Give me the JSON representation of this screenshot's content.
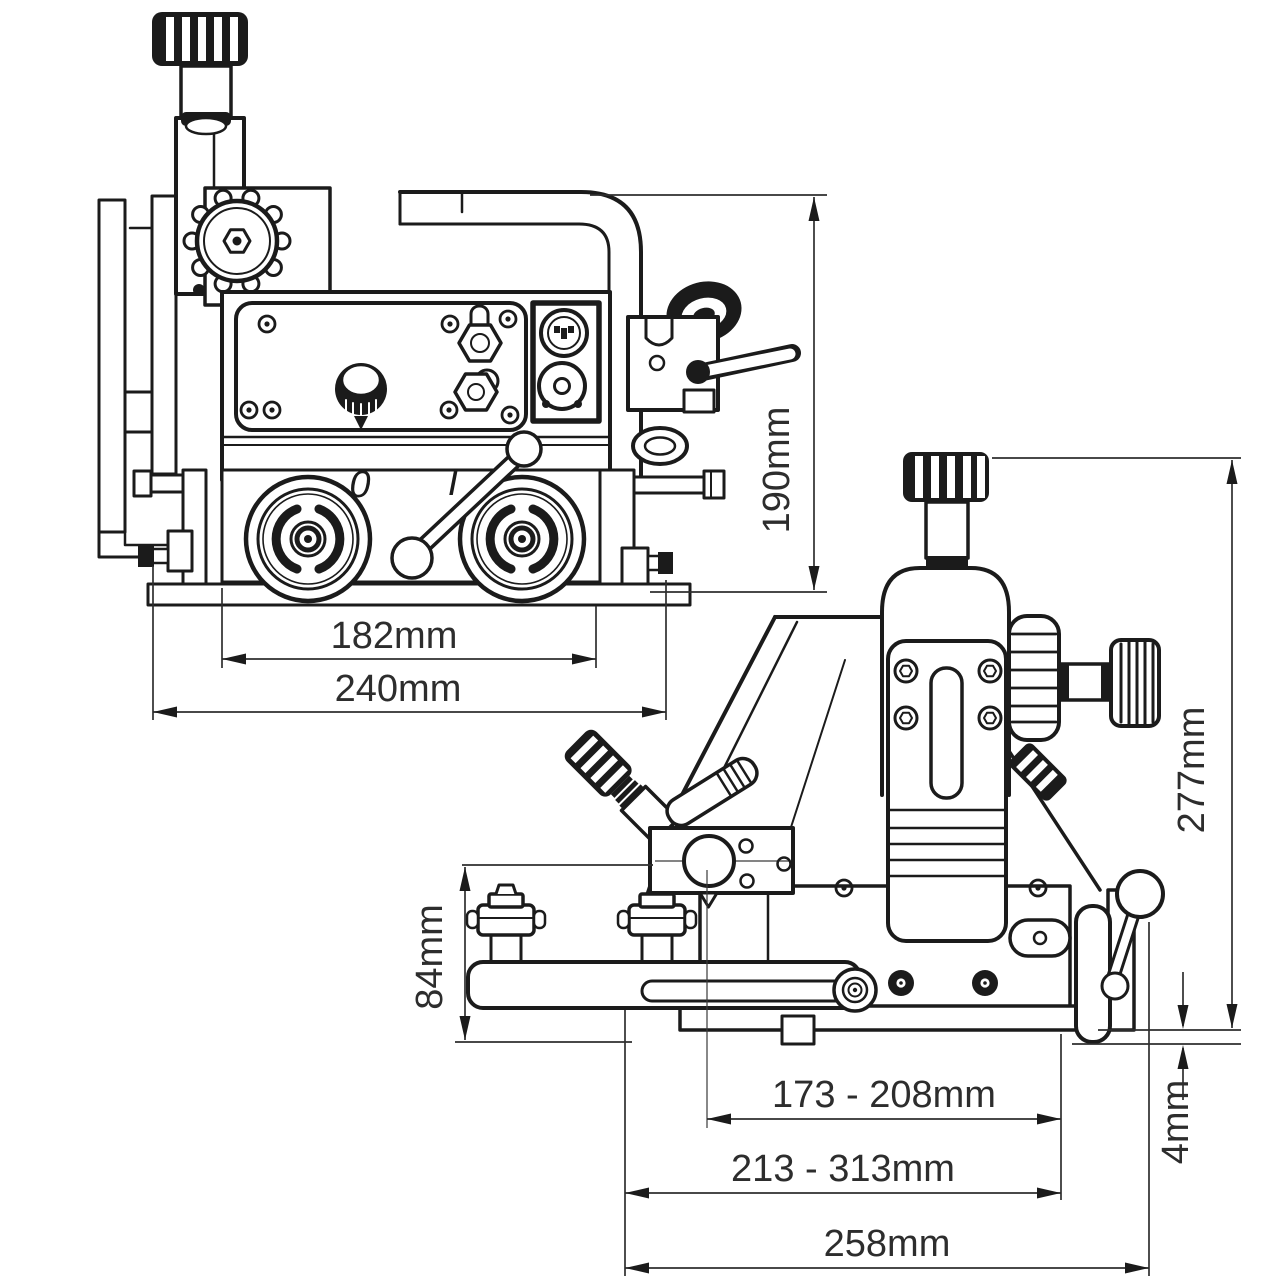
{
  "colors": {
    "background": "#ffffff",
    "ink": "#1b1b1b",
    "dimension": "#2e2e2e"
  },
  "front_view": {
    "switch_marks": {
      "off": "0",
      "on": "I"
    },
    "dimensions": {
      "wheelbase": "182mm",
      "overall_width": "240mm",
      "overall_height": "190mm"
    }
  },
  "side_view": {
    "dimensions": {
      "torch_center_height": "84mm",
      "overall_height": "277mm",
      "torch_reach_range": "173 - 208mm",
      "arm_adjust_range": "213 - 313mm",
      "base_length": "258mm",
      "ground_clearance": "4mm"
    }
  }
}
